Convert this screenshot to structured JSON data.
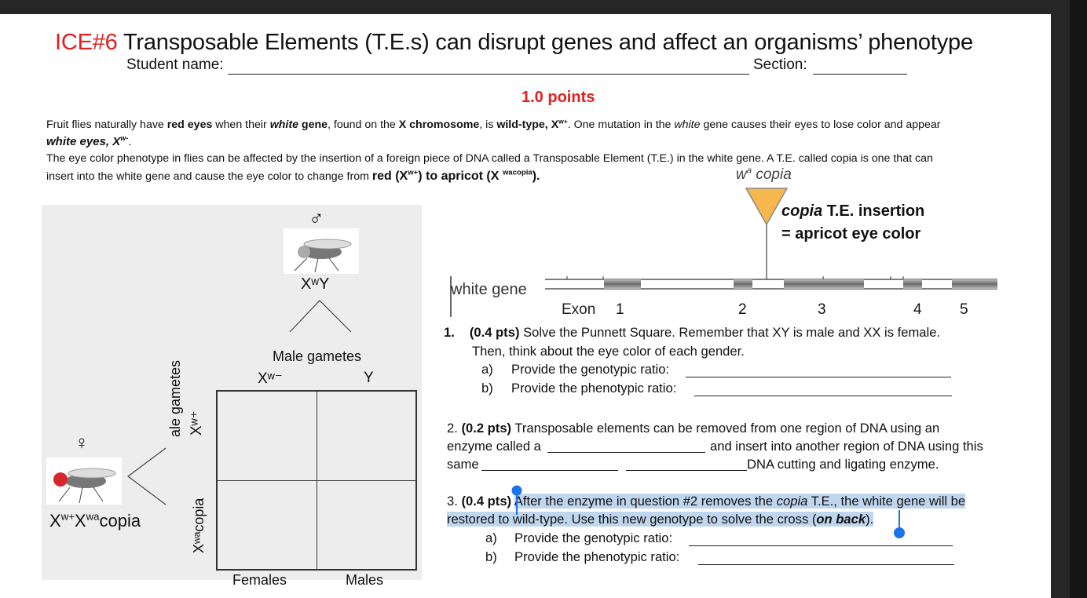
{
  "header": {
    "code": "ICE#6",
    "title": "Transposable Elements (T.E.s) can disrupt genes and affect an organisms’ phenotype",
    "student_name_label": "Student name:",
    "section_label": "Section:"
  },
  "points": "1.0 points",
  "intro": {
    "l1_a": "Fruit flies naturally have ",
    "l1_b": "red eyes",
    "l1_c": " when their ",
    "l1_d": "white",
    "l1_e": " gene",
    "l1_f": ", found on the ",
    "l1_g": "X chromosome",
    "l1_h": ", is ",
    "l1_i": "wild-type, X",
    "l1_j": "w+",
    "l1_k": ". One mutation in the ",
    "l1_l": "white",
    "l1_m": " gene causes their eyes to lose color and appear",
    "l2_a": "white eyes, X",
    "l2_b": "w-",
    "l2_c": ".",
    "l3": "The eye color phenotype in flies can be affected by the insertion of a foreign piece of DNA called a Transposable Element (T.E.) in the white gene. A T.E. called copia is one that can",
    "l4_a": "insert into the white gene and cause the eye color to change from ",
    "l4_b": "red (X",
    "l4_c": "w+",
    "l4_d": ") to ",
    "l4_e": "apricot (X ",
    "l4_f": "wacopia",
    "l4_g": ")."
  },
  "gene_diagram": {
    "wa_label": "w",
    "wa_sup": "a",
    "wa_copia": " copia",
    "insertion_1a": "copia",
    "insertion_1b": " T.E. insertion",
    "insertion_2": "= apricot eye color",
    "gene_label": "white gene",
    "exon_label": "Exon",
    "exon_numbers": [
      "1",
      "2",
      "3",
      "4",
      "5"
    ]
  },
  "punnett": {
    "male_symbol": "♂",
    "female_symbol": "♀",
    "male_genotype": "XʷY",
    "male_gametes_label": "Male gametes",
    "male_gamete_1": "Xʷ⁻",
    "male_gamete_2": "Y",
    "female_gametes_label": "ale gametes",
    "female_gamete_1": "Xʷ⁺",
    "female_gamete_2": "Xʷᵃcopia",
    "female_genotype_a": "X",
    "female_genotype_b": "w+",
    "female_genotype_c": "X",
    "female_genotype_d": "wa",
    "female_genotype_e": "copia",
    "col_label_1": "Females",
    "col_label_2": "Males"
  },
  "q1": {
    "num": "1.",
    "pts": "(0.4 pts)",
    "text1": " Solve the Punnett Square.  Remember that XY is male and XX is female.",
    "text2": "Then, think about the eye color of each gender.",
    "a_letter": "a)",
    "a_text": "Provide the genotypic ratio:",
    "b_letter": "b)",
    "b_text": "Provide the phenotypic ratio:"
  },
  "q2": {
    "num": "2. ",
    "pts": "(0.2 pts)",
    "text1": " Transposable elements can be removed from one region of DNA using an",
    "text2a": "enzyme called a",
    "text2b": "and insert into another region of DNA using this",
    "text3a": "same",
    "text3b": "DNA cutting and ligating enzyme."
  },
  "q3": {
    "num": "3. ",
    "pts": "(0.4 pts)",
    "text1a": "After the enzyme in question #2 removes the ",
    "text1b": "copia",
    "text1c": " T.E., the white gene will be",
    "text2a": "restored to wild-type. Use this new genotype to solve the cross (",
    "text2b": "on back",
    "text2c": ").",
    "a_letter": "a)",
    "a_text": "Provide the genotypic ratio:",
    "b_letter": "b)",
    "b_text": "Provide the phenotypic ratio:"
  },
  "colors": {
    "title_code": "#e1201d",
    "points": "#e1201d",
    "selection": "#bfd6ee",
    "selection_handle": "#1a73e8",
    "te_triangle": "#f5b74e"
  }
}
